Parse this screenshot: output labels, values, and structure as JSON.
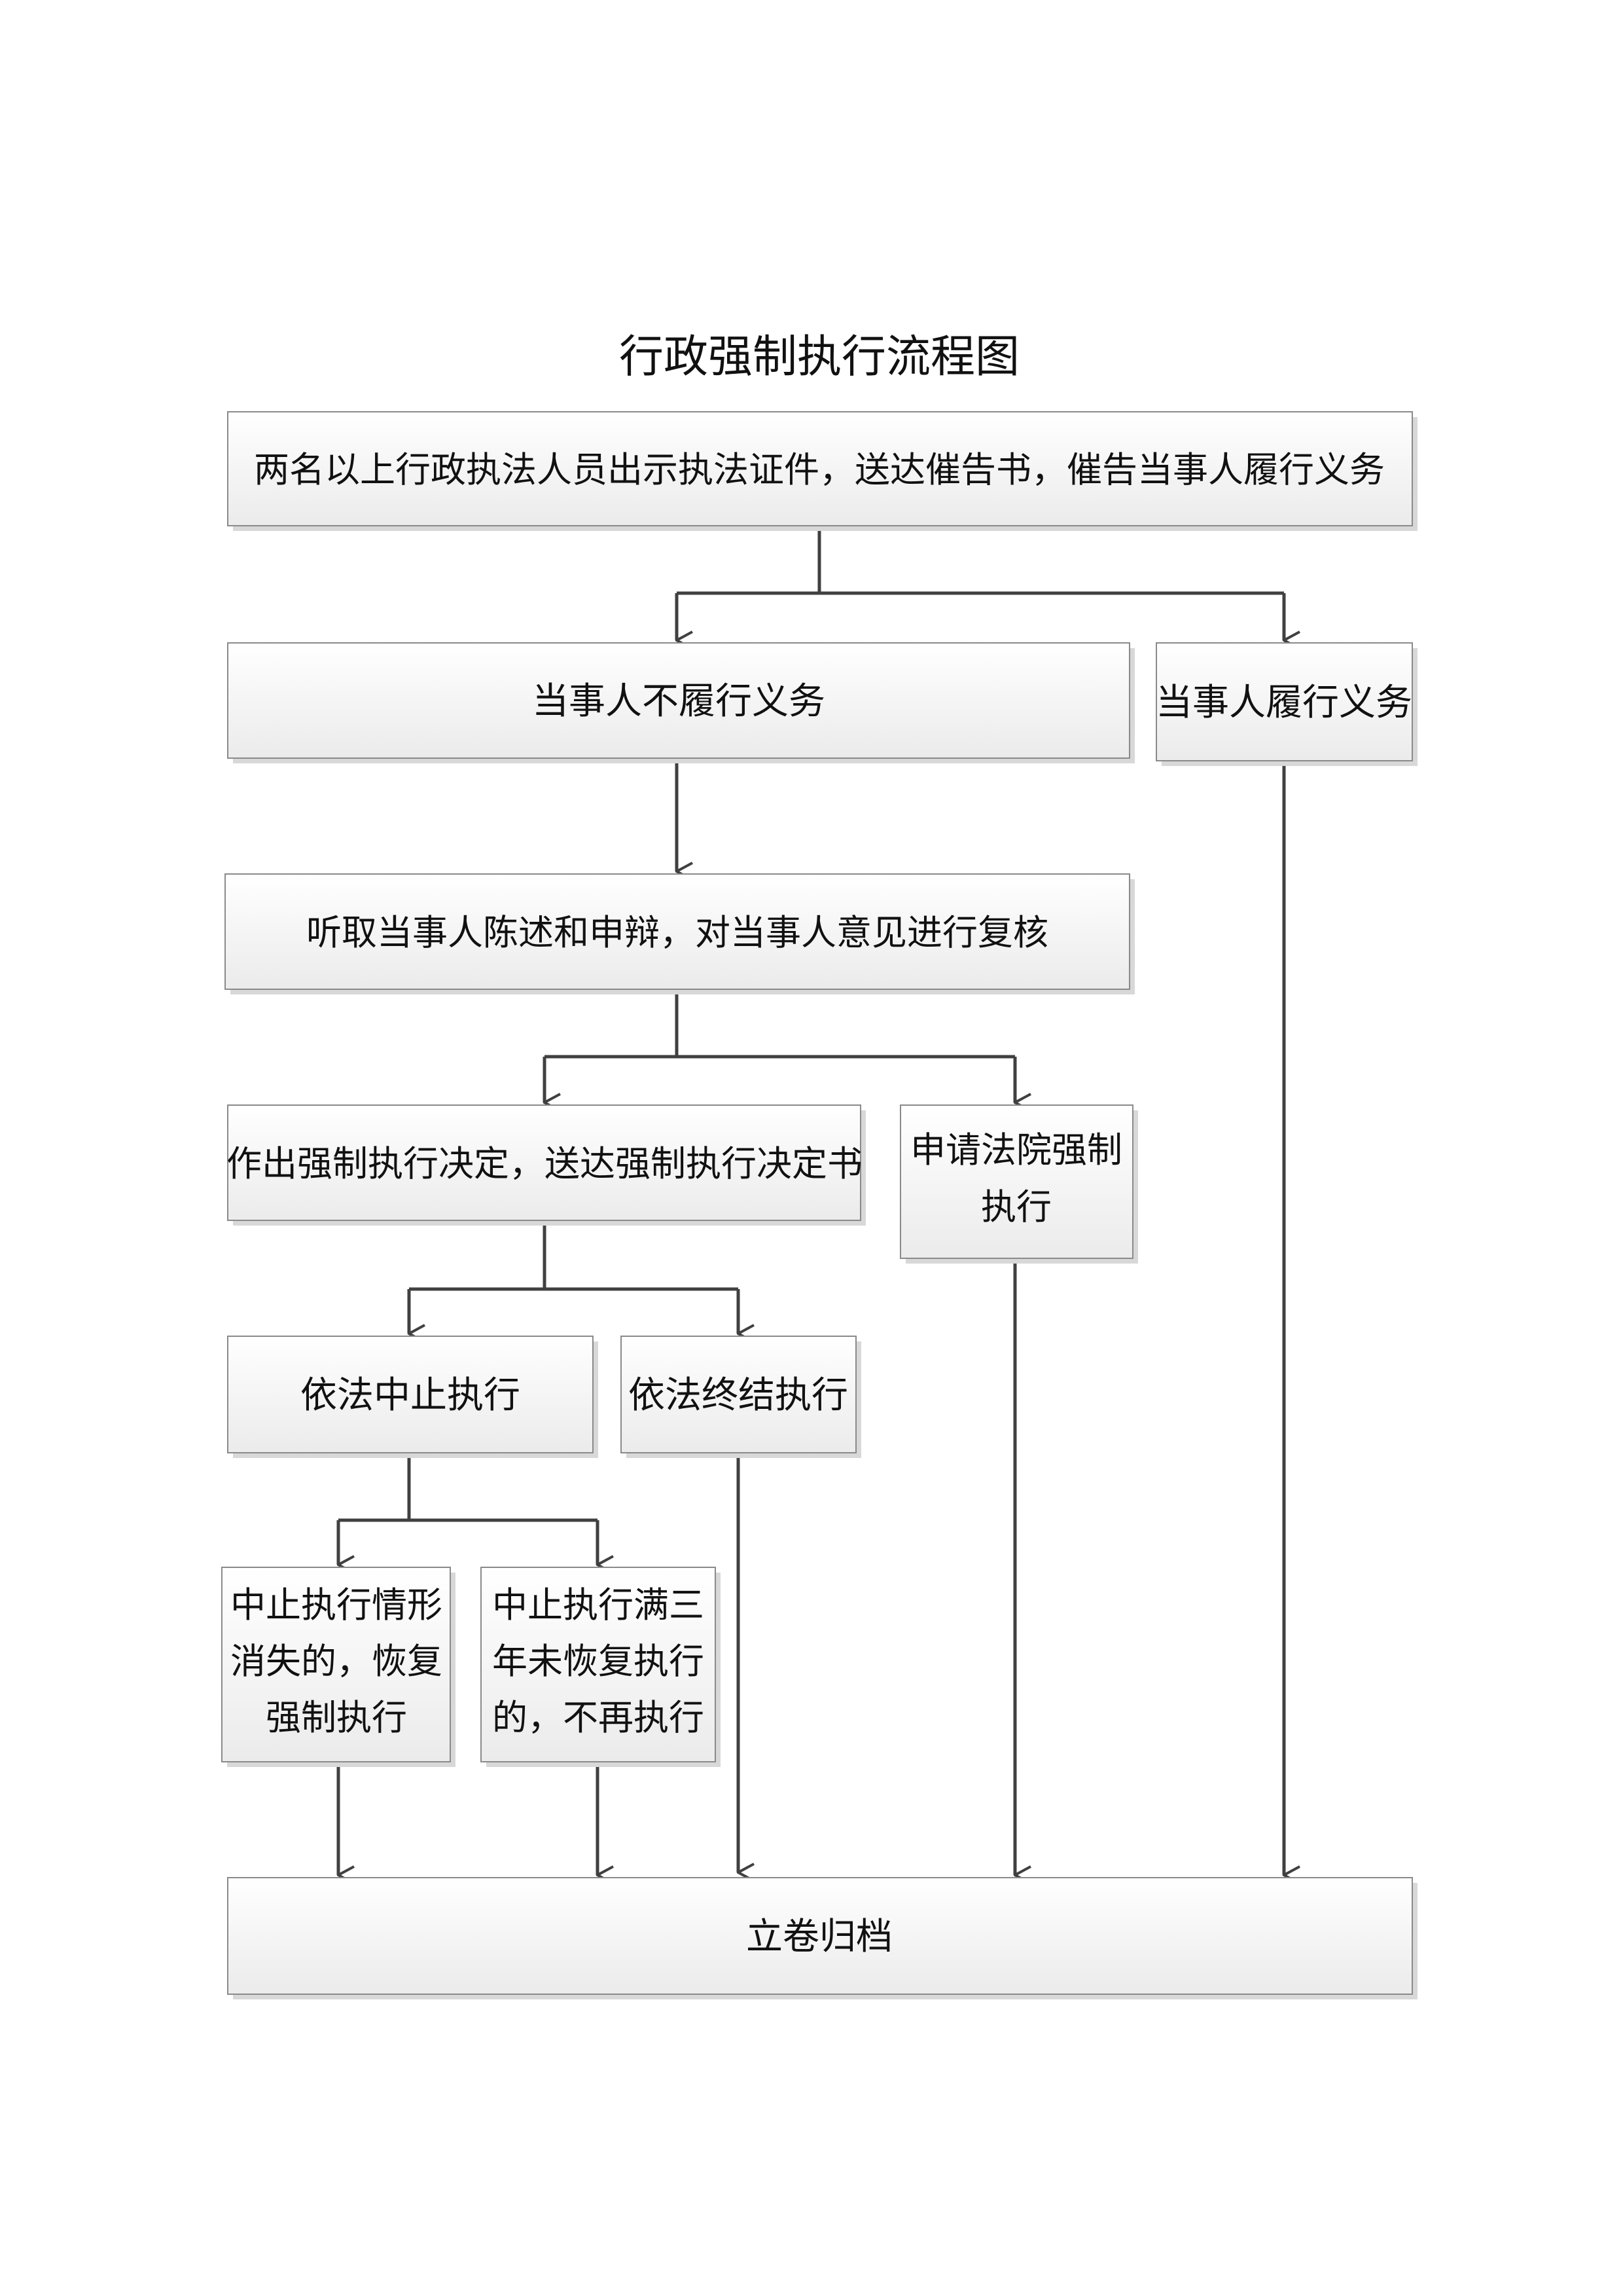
{
  "title": "行政强制执行流程图",
  "nodes": {
    "notify": "两名以上行政执法人员出示执法证件，送达催告书，催告当事人履行义务",
    "not_fulfill": "当事人不履行义务",
    "fulfill": "当事人履行义务",
    "hearing": "听取当事人陈述和申辩，对当事人意见进行复核",
    "decision": "作出强制执行决定，送达强制执行决定书",
    "court": [
      "申请法院强制",
      "执行"
    ],
    "suspend": "依法中止执行",
    "terminate": "依法终结执行",
    "resume": [
      "中止执行情形",
      "消失的，恢复",
      "强制执行"
    ],
    "no_resume": [
      "中止执行满三",
      "年未恢复执行",
      "的，不再执行"
    ],
    "archive": "立卷归档"
  }
}
